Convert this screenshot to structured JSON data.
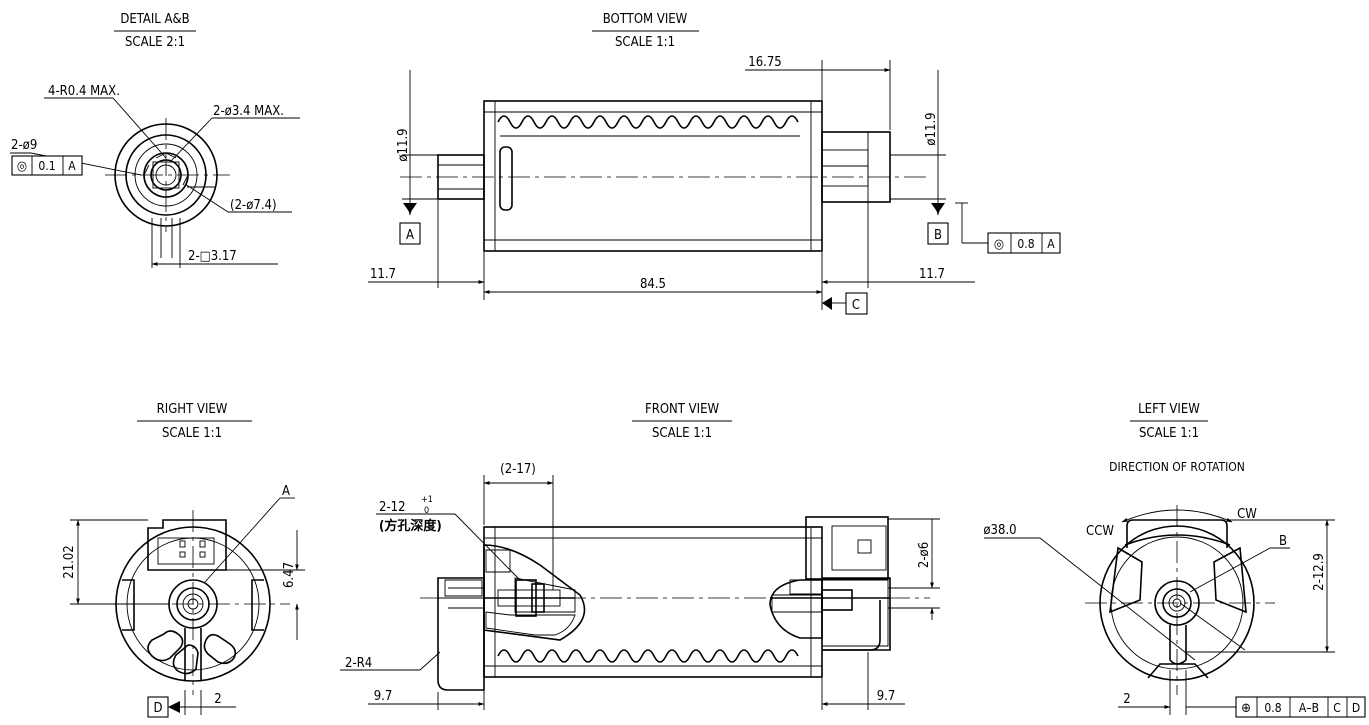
{
  "views": {
    "detail": {
      "title": "DETAIL A&B",
      "scale": "SCALE 2:1"
    },
    "bottom": {
      "title": "BOTTOM VIEW",
      "scale": "SCALE 1:1"
    },
    "right": {
      "title": "RIGHT VIEW",
      "scale": "SCALE 1:1"
    },
    "front": {
      "title": "FRONT VIEW",
      "scale": "SCALE 1:1"
    },
    "left": {
      "title": "LEFT VIEW",
      "scale": "SCALE 1:1",
      "note": "DIRECTION OF ROTATION"
    }
  },
  "detail_dims": {
    "corner_radius": "4-R0.4 MAX.",
    "hole_dia": "2-ø3.4 MAX.",
    "outer_dia": "2-ø9",
    "inner_dia": "(2-ø7.4)",
    "square": "2-□3.17",
    "tolerance": {
      "symbol": "◎",
      "value": "0.1",
      "datum": "A"
    }
  },
  "bottom_dims": {
    "shaft_dia_left": "ø11.9",
    "shaft_dia_right": "ø11.9",
    "connector_len": "16.75",
    "shaft_len_left": "11.7",
    "body_len": "84.5",
    "shaft_len_right": "11.7",
    "datum_a": "A",
    "datum_b": "B",
    "datum_c": "C",
    "tolerance": {
      "symbol": "◎",
      "value": "0.8",
      "datum": "A"
    }
  },
  "right_dims": {
    "height": "21.02",
    "offset": "6.47",
    "label_a": "A",
    "datum_d": "D",
    "width": "2"
  },
  "front_dims": {
    "pitch": "(2-17)",
    "holes_main": "2-12",
    "holes_sup": "+1",
    "holes_sub": "0",
    "holes_note": "(方孔深度)",
    "radius": "2-R4",
    "conn_dia": "2-ø6",
    "shaft_left": "9.7",
    "shaft_right": "9.7"
  },
  "left_dims": {
    "ccw": "CCW",
    "cw": "CW",
    "diameter": "ø38.0",
    "label_b": "B",
    "height": "2-12.9",
    "width": "2",
    "position_tol": {
      "symbol": "⊕",
      "value": "0.8",
      "datum1": "A–B",
      "datum2": "C",
      "datum3": "D"
    }
  }
}
